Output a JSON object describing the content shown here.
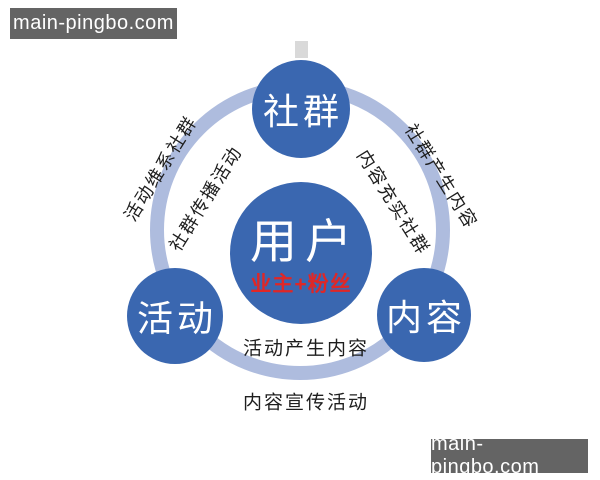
{
  "watermark": {
    "text": "main-pingbo.com",
    "background": "#646464",
    "text_color": "#ffffff"
  },
  "diagram": {
    "type": "cycle-diagram",
    "center_node": {
      "title": "用户",
      "subtitle": "业主+粉丝"
    },
    "nodes": [
      {
        "id": "community",
        "label": "社群",
        "position": "top"
      },
      {
        "id": "activity",
        "label": "活动",
        "position": "bottom-left"
      },
      {
        "id": "content",
        "label": "内容",
        "position": "bottom-right"
      }
    ],
    "edge_labels": {
      "left_outer": "活动维系社群",
      "left_inner": "社群传播活动",
      "right_outer": "社群产生内容",
      "right_inner": "内容充实社群",
      "bottom_inner": "活动产生内容",
      "bottom_outer": "内容宣传活动"
    },
    "colors": {
      "node_blue": "#3a67b0",
      "ring_light_blue": "#aebcde",
      "subtitle_red": "#e02726",
      "edge_label_dark": "#1e1e1e"
    }
  }
}
